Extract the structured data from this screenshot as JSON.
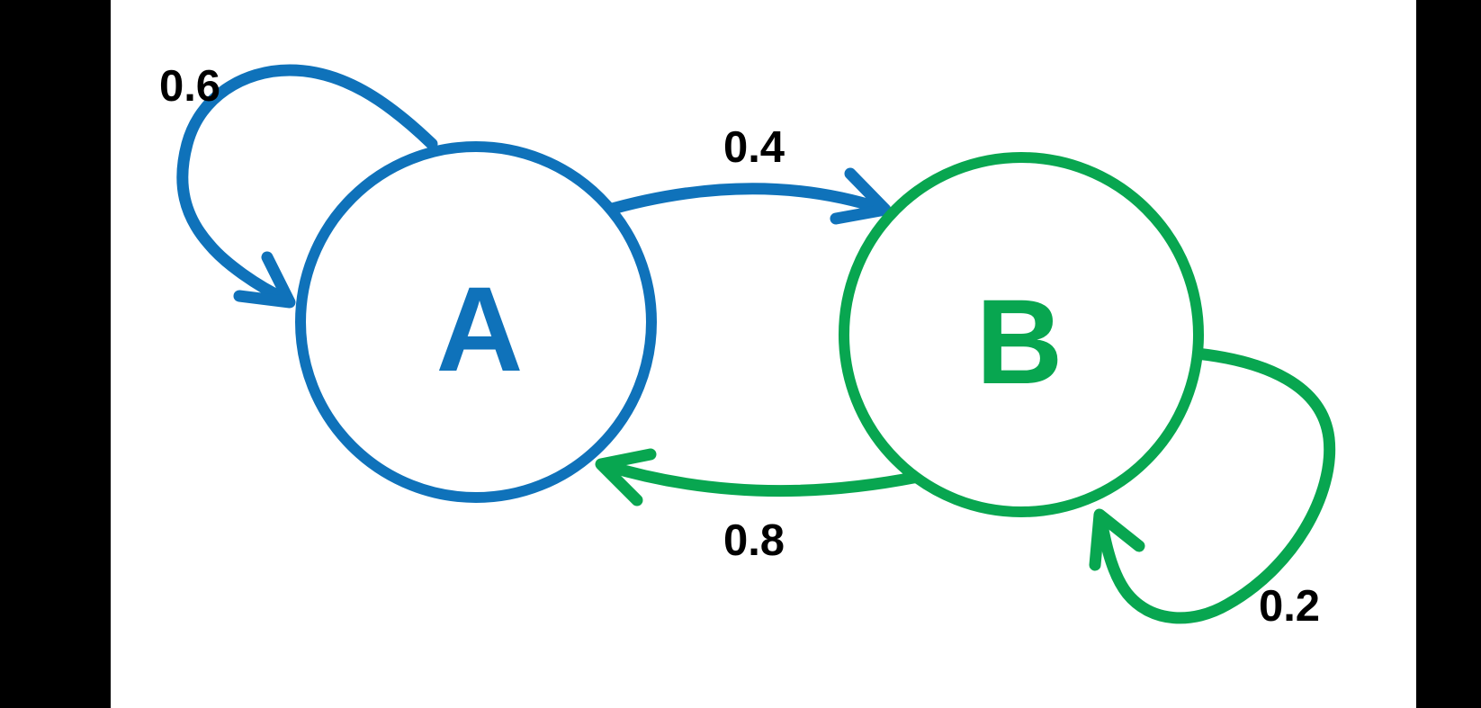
{
  "diagram": {
    "kind": "markov-chain-state-diagram",
    "background_color": "#ffffff",
    "letterbox_color": "#000000",
    "states": [
      {
        "id": "A",
        "label": "A",
        "color": "#0F72BA"
      },
      {
        "id": "B",
        "label": "B",
        "color": "#08A650"
      }
    ],
    "transitions": [
      {
        "from": "A",
        "to": "A",
        "probability": "0.6",
        "color": "#0F72BA"
      },
      {
        "from": "A",
        "to": "B",
        "probability": "0.4",
        "color": "#0F72BA"
      },
      {
        "from": "B",
        "to": "A",
        "probability": "0.8",
        "color": "#08A650"
      },
      {
        "from": "B",
        "to": "B",
        "probability": "0.2",
        "color": "#08A650"
      }
    ]
  }
}
